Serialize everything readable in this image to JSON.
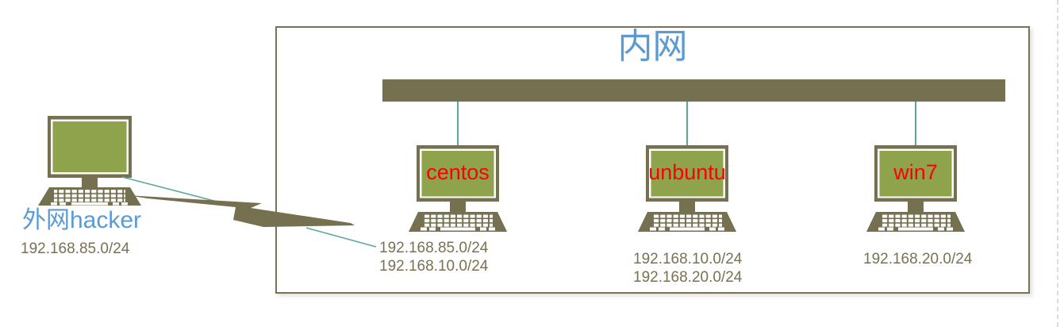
{
  "network": {
    "title": "内网"
  },
  "external": {
    "label": "外网hacker",
    "ip": "192.168.85.0/24"
  },
  "machines": [
    {
      "label": "centos",
      "ips": [
        "192.168.85.0/24",
        "192.168.10.0/24"
      ]
    },
    {
      "label": "unbuntu",
      "ips": [
        "192.168.10.0/24",
        "192.168.20.0/24"
      ]
    },
    {
      "label": "win7",
      "ips": [
        "192.168.20.0/24"
      ]
    }
  ],
  "colors": {
    "olive": "#75704f",
    "screen_green": "#8fa24c",
    "connector_teal": "#5ba899",
    "title_blue": "#5b9bd5",
    "label_red": "#ff0000",
    "ip_text": "#7a7153",
    "box_border": "#7a7254"
  },
  "icons": {
    "computer": "desktop-computer-icon",
    "attack": "lightning-bolt-icon"
  }
}
